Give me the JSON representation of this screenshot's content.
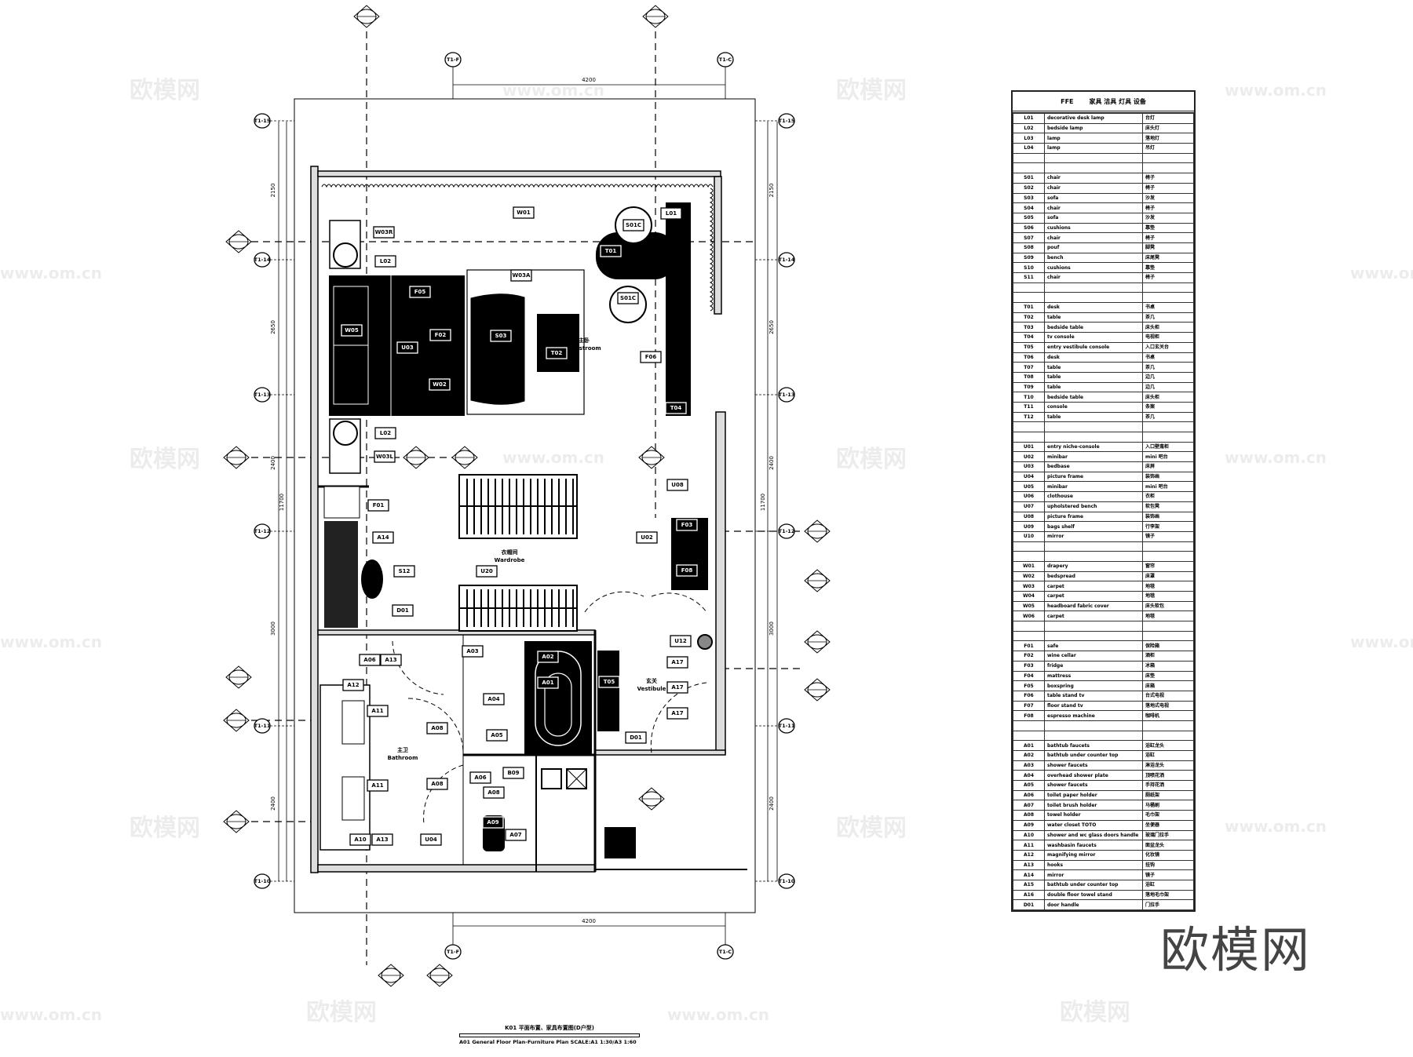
{
  "drawing": {
    "title_cn": "K01 平面布置、家具布置图(D户型)",
    "title_en": "A01 General Floor Plan-Furniture Plan SCALE:A1 1:30/A3 1:60",
    "watermark_logo": "欧模网",
    "watermark_url": "www.om.cn"
  },
  "plan": {
    "rooms": {
      "guestroom_cn": "主卧",
      "guestroom_en": "Guestroom",
      "wardrobe_cn": "衣帽间",
      "wardrobe_en": "Wardrobe",
      "bathroom_cn": "主卫",
      "bathroom_en": "Bathroom",
      "vestibule_cn": "玄关",
      "vestibule_en": "Vestibule"
    },
    "grid_top": [
      "T1-F",
      "T1-C"
    ],
    "grid_side": [
      "T1-15",
      "T1-14",
      "T1-13",
      "T1-12",
      "T1-11",
      "T1-10"
    ],
    "dims_horizontal": "4200",
    "dims_vertical": [
      "2150",
      "2650",
      "2400",
      "3000",
      "2400"
    ],
    "dims_vertical_total": "11700",
    "tags": [
      "W01",
      "L01",
      "S01C",
      "S01C",
      "T01",
      "W03R",
      "L02",
      "W03A",
      "F05",
      "W05",
      "U03",
      "F02",
      "W02",
      "S03",
      "T02",
      "F06",
      "T04",
      "L02",
      "W03L",
      "U08",
      "F01",
      "F03",
      "F08",
      "U02",
      "A14",
      "S12",
      "U20",
      "D01",
      "U12",
      "A06",
      "A13",
      "A03",
      "A02",
      "A01",
      "A17",
      "A17",
      "A17",
      "A12",
      "A04",
      "T05",
      "A11",
      "A11",
      "A08",
      "A05",
      "D01",
      "A06",
      "B09",
      "A08",
      "A08",
      "A09",
      "A07",
      "A10",
      "A13",
      "U04"
    ]
  },
  "ffe": {
    "header_code": "FFE",
    "header_title": "家具 洁具 灯具 设备",
    "rows": [
      [
        "L01",
        "decorative desk lamp",
        "台灯"
      ],
      [
        "L02",
        "bedside lamp",
        "床头灯"
      ],
      [
        "L03",
        "lamp",
        "落地灯"
      ],
      [
        "L04",
        "lamp",
        "吊灯"
      ],
      [
        "",
        "",
        ""
      ],
      [
        "",
        "",
        ""
      ],
      [
        "S01",
        "chair",
        "椅子"
      ],
      [
        "S02",
        "chair",
        "椅子"
      ],
      [
        "S03",
        "sofa",
        "沙发"
      ],
      [
        "S04",
        "chair",
        "椅子"
      ],
      [
        "S05",
        "sofa",
        "沙发"
      ],
      [
        "S06",
        "cushions",
        "靠垫"
      ],
      [
        "S07",
        "chair",
        "椅子"
      ],
      [
        "S08",
        "pouf",
        "脚凳"
      ],
      [
        "S09",
        "bench",
        "床尾凳"
      ],
      [
        "S10",
        "cushions",
        "靠垫"
      ],
      [
        "S11",
        "chair",
        "椅子"
      ],
      [
        "",
        "",
        ""
      ],
      [
        "",
        "",
        ""
      ],
      [
        "T01",
        "desk",
        "书桌"
      ],
      [
        "T02",
        "table",
        "茶几"
      ],
      [
        "T03",
        "bedside table",
        "床头柜"
      ],
      [
        "T04",
        "tv console",
        "电视柜"
      ],
      [
        "T05",
        "entry vestibule console",
        "入口玄关台"
      ],
      [
        "T06",
        "desk",
        "书桌"
      ],
      [
        "T07",
        "table",
        "茶几"
      ],
      [
        "T08",
        "table",
        "边几"
      ],
      [
        "T09",
        "table",
        "边几"
      ],
      [
        "T10",
        "bedside table",
        "床头柜"
      ],
      [
        "T11",
        "console",
        "条案"
      ],
      [
        "T12",
        "table",
        "茶几"
      ],
      [
        "",
        "",
        ""
      ],
      [
        "",
        "",
        ""
      ],
      [
        "U01",
        "entry niche-console",
        "入口壁龛柜"
      ],
      [
        "U02",
        "minibar",
        "mini 吧台"
      ],
      [
        "U03",
        "bedbase",
        "床屏"
      ],
      [
        "U04",
        "picture frame",
        "装饰画"
      ],
      [
        "U05",
        "minibar",
        "mini 吧台"
      ],
      [
        "U06",
        "clothouse",
        "衣柜"
      ],
      [
        "U07",
        "upholstered bench",
        "软包凳"
      ],
      [
        "U08",
        "picture frame",
        "装饰画"
      ],
      [
        "U09",
        "bags shelf",
        "行李架"
      ],
      [
        "U10",
        "mirror",
        "镜子"
      ],
      [
        "",
        "",
        ""
      ],
      [
        "",
        "",
        ""
      ],
      [
        "W01",
        "drapery",
        "窗帘"
      ],
      [
        "W02",
        "bedspread",
        "床罩"
      ],
      [
        "W03",
        "carpet",
        "地毯"
      ],
      [
        "W04",
        "carpet",
        "地毯"
      ],
      [
        "W05",
        "headboard fabric cover",
        "床头软包"
      ],
      [
        "W06",
        "carpet",
        "地毯"
      ],
      [
        "",
        "",
        ""
      ],
      [
        "",
        "",
        ""
      ],
      [
        "F01",
        "safe",
        "保险箱"
      ],
      [
        "F02",
        "wine cellar",
        "酒柜"
      ],
      [
        "F03",
        "fridge",
        "冰箱"
      ],
      [
        "F04",
        "mattress",
        "床垫"
      ],
      [
        "F05",
        "boxspring",
        "床箱"
      ],
      [
        "F06",
        "table stand tv",
        "台式电视"
      ],
      [
        "F07",
        "floor stand tv",
        "落地式电视"
      ],
      [
        "F08",
        "espresso machine",
        "咖啡机"
      ],
      [
        "",
        "",
        ""
      ],
      [
        "",
        "",
        ""
      ],
      [
        "A01",
        "bathtub faucets",
        "浴缸龙头"
      ],
      [
        "A02",
        "bathtub under counter top",
        "浴缸"
      ],
      [
        "A03",
        "shower faucets",
        "淋浴龙头"
      ],
      [
        "A04",
        "overhead shower plate",
        "顶喷花洒"
      ],
      [
        "A05",
        "shower faucets",
        "手持花洒"
      ],
      [
        "A06",
        "toilet paper holder",
        "厕纸架"
      ],
      [
        "A07",
        "toilet brush holder",
        "马桶刷"
      ],
      [
        "A08",
        "towel holder",
        "毛巾架"
      ],
      [
        "A09",
        "water closet TOTO",
        "坐便器"
      ],
      [
        "A10",
        "shower and wc glass doors handle",
        "玻璃门拉手"
      ],
      [
        "A11",
        "washbasin faucets",
        "面盆龙头"
      ],
      [
        "A12",
        "magnifying mirror",
        "化妆镜"
      ],
      [
        "A13",
        "hooks",
        "挂钩"
      ],
      [
        "A14",
        "mirror",
        "镜子"
      ],
      [
        "A15",
        "bathtub under counter top",
        "浴缸"
      ],
      [
        "A16",
        "double floor towel stand",
        "落地毛巾架"
      ],
      [
        "D01",
        "door handle",
        "门拉手"
      ]
    ]
  }
}
